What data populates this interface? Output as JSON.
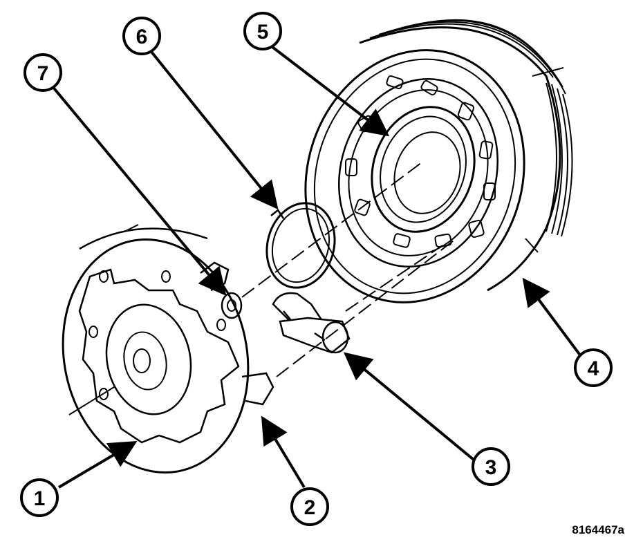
{
  "callouts": [
    {
      "id": "1",
      "label": "1"
    },
    {
      "id": "2",
      "label": "2"
    },
    {
      "id": "3",
      "label": "3"
    },
    {
      "id": "4",
      "label": "4"
    },
    {
      "id": "5",
      "label": "5"
    },
    {
      "id": "6",
      "label": "6"
    },
    {
      "id": "7",
      "label": "7"
    }
  ],
  "reference_code": "8164467a",
  "colors": {
    "ink": "#000000",
    "paper": "#ffffff"
  }
}
